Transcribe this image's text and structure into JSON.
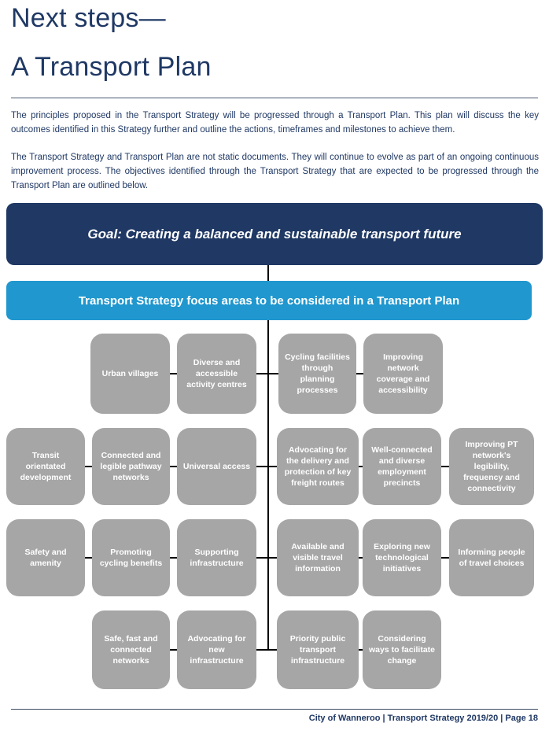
{
  "header": {
    "title_line1": "Next steps—",
    "title_line2": "A Transport Plan"
  },
  "intro": {
    "paragraphs": [
      "The principles proposed in the Transport Strategy will be progressed through a Transport Plan. This plan will discuss the key outcomes identified in this Strategy further and outline the actions, timeframes and milestones to achieve them.",
      "The Transport Strategy and Transport Plan are not static documents. They will continue to evolve as part of an ongoing continuous improvement process. The objectives identified through the Transport Strategy that are expected to be progressed through the Transport Plan are outlined below."
    ]
  },
  "banners": {
    "goal": "Goal: Creating a balanced and sustainable transport future",
    "focus": "Transport Strategy focus areas to be considered in a Transport Plan"
  },
  "diagram": {
    "rows": [
      {
        "boxes": [
          {
            "label": "Urban villages"
          },
          {
            "label": "Diverse and accessible activity centres"
          },
          {
            "label": "Cycling facilities through planning processes"
          },
          {
            "label": "Improving network coverage and accessibility"
          }
        ]
      },
      {
        "boxes": [
          {
            "label": "Transit orientated development"
          },
          {
            "label": "Connected and legible pathway networks"
          },
          {
            "label": "Universal access"
          },
          {
            "label": "Advocating for the delivery and protection of key freight routes"
          },
          {
            "label": "Well-connected and diverse employment precincts"
          },
          {
            "label": "Improving PT network's legibility, frequency and connectivity"
          }
        ]
      },
      {
        "boxes": [
          {
            "label": "Safety and amenity"
          },
          {
            "label": "Promoting cycling benefits"
          },
          {
            "label": "Supporting infrastructure"
          },
          {
            "label": "Available and visible travel information"
          },
          {
            "label": "Exploring new technological initiatives"
          },
          {
            "label": "Informing people of travel choices"
          }
        ]
      },
      {
        "boxes": [
          {
            "label": "Safe, fast and connected networks"
          },
          {
            "label": "Advocating for new infrastructure"
          },
          {
            "label": "Priority public transport infrastructure"
          },
          {
            "label": "Considering ways to facilitate change"
          }
        ]
      }
    ]
  },
  "footer": {
    "text": "City of Wanneroo | Transport Strategy 2019/20 | Page 18"
  },
  "colors": {
    "navy": "#1F3864",
    "blue": "#2097CE",
    "gray": "#A6A6A6",
    "line": "#000000"
  }
}
